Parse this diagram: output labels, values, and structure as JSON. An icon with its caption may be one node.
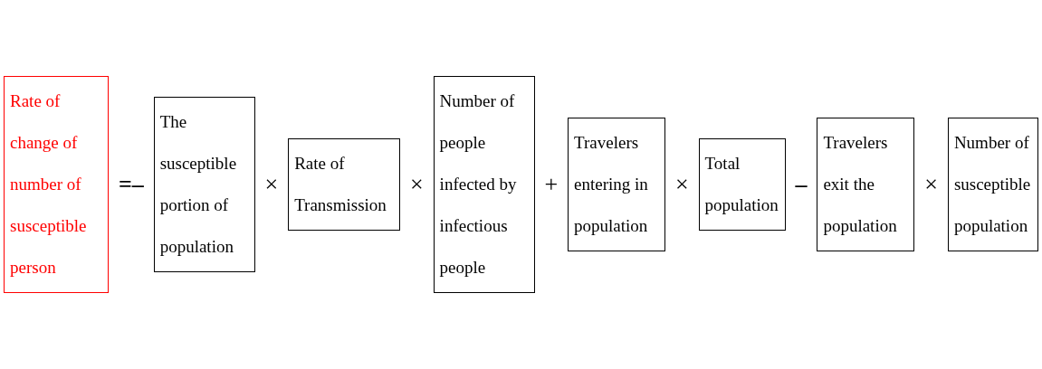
{
  "diagram": {
    "nodes": [
      {
        "text": [
          "Rate of change of number of susceptible person"
        ]
      },
      {
        "text": [
          "The susceptible portion of population"
        ]
      },
      {
        "text": [
          "Rate of Transmission"
        ]
      },
      {
        "text": [
          "Number of people infected by infectious people"
        ]
      },
      {
        "text": [
          "Travelers entering in population"
        ]
      },
      {
        "text": [
          "Total population"
        ]
      },
      {
        "text": [
          "Travelers exit the population"
        ]
      },
      {
        "text": [
          "Number of susceptible population"
        ]
      }
    ],
    "labels": [
      "=–",
      "×",
      "×",
      "+",
      "×",
      "–",
      "×"
    ]
  }
}
